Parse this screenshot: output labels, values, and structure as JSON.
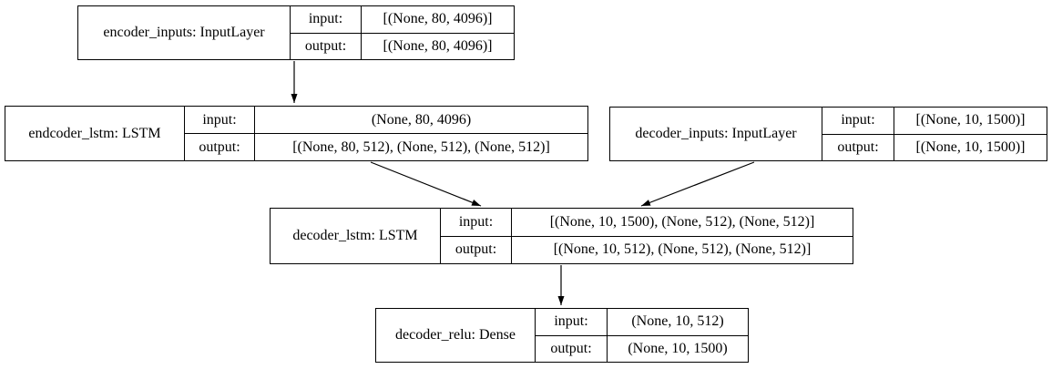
{
  "diagram": {
    "type": "keras-model-plot",
    "background_color": "#ffffff",
    "line_color": "#000000",
    "text_color": "#000000",
    "io_labels": {
      "input": "input:",
      "output": "output:"
    },
    "nodes": [
      {
        "id": "encoder_inputs",
        "label": "encoder_inputs: InputLayer",
        "input": "[(None, 80, 4096)]",
        "output": "[(None, 80, 4096)]"
      },
      {
        "id": "endcoder_lstm",
        "label": "endcoder_lstm: LSTM",
        "input": "(None, 80, 4096)",
        "output": "[(None, 80, 512), (None, 512), (None, 512)]"
      },
      {
        "id": "decoder_inputs",
        "label": "decoder_inputs: InputLayer",
        "input": "[(None, 10, 1500)]",
        "output": "[(None, 10, 1500)]"
      },
      {
        "id": "decoder_lstm",
        "label": "decoder_lstm: LSTM",
        "input": "[(None, 10, 1500), (None, 512), (None, 512)]",
        "output": "[(None, 10, 512), (None, 512), (None, 512)]"
      },
      {
        "id": "decoder_relu",
        "label": "decoder_relu: Dense",
        "input": "(None, 10, 512)",
        "output": "(None, 10, 1500)"
      }
    ],
    "edges": [
      {
        "from": "encoder_inputs",
        "to": "endcoder_lstm"
      },
      {
        "from": "endcoder_lstm",
        "to": "decoder_lstm"
      },
      {
        "from": "decoder_inputs",
        "to": "decoder_lstm"
      },
      {
        "from": "decoder_lstm",
        "to": "decoder_relu"
      }
    ]
  }
}
